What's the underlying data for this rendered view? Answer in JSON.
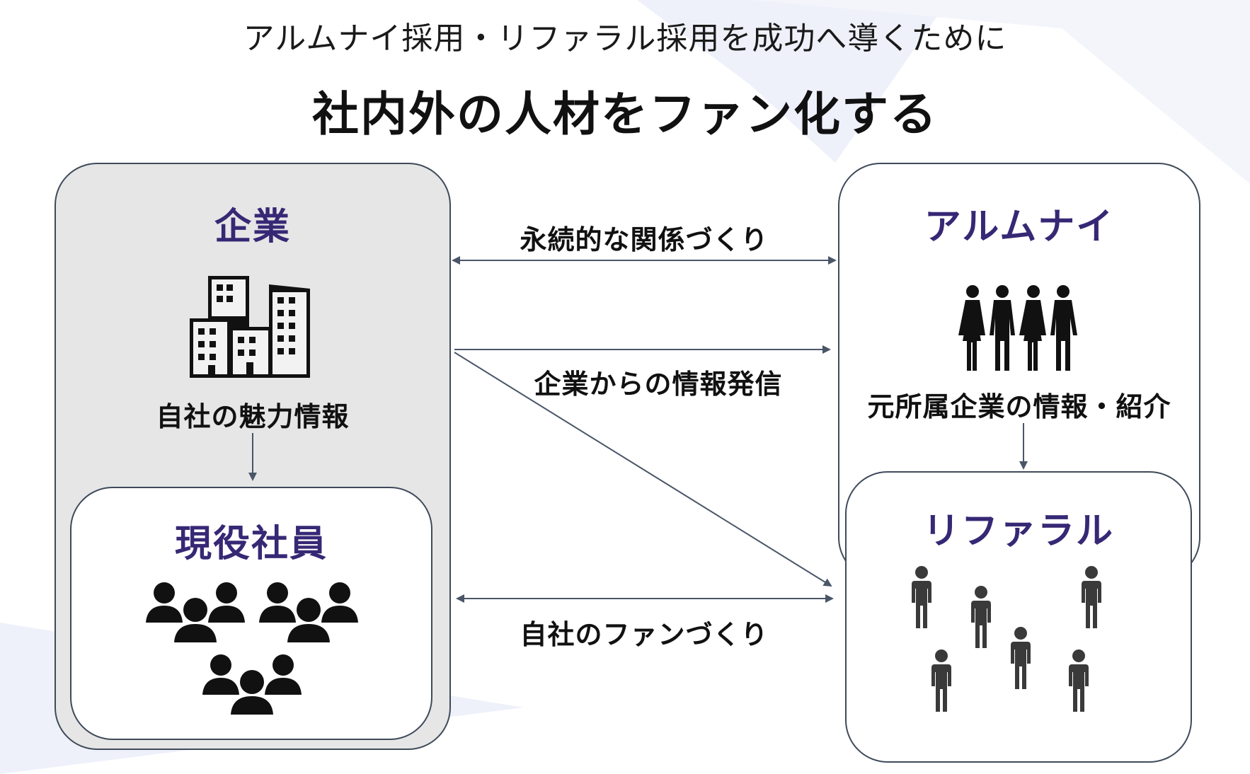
{
  "header": {
    "subtitle": "アルムナイ採用・リファラル採用を成功へ導くために",
    "title": "社内外の人材をファン化する"
  },
  "company": {
    "heading": "企業",
    "icon": "office-buildings-icon",
    "caption": "自社の魅力情報"
  },
  "employees": {
    "heading": "現役社員",
    "icon": "employee-groups-icon"
  },
  "alumni": {
    "heading": "アルムナイ",
    "icon": "alumni-people-icon",
    "caption": "元所属企業の情報・紹介"
  },
  "referral": {
    "heading": "リファラル",
    "icon": "referral-people-icon"
  },
  "edges": {
    "long_term": "永続的な関係づくり",
    "company_info": "企業からの情報発信",
    "fan_building": "自社のファンづくり"
  },
  "colors": {
    "heading": "#372875",
    "box_border": "#3f4a5a",
    "company_fill": "#e6e6e6",
    "arrow": "#4a5668",
    "icon": "#111111"
  }
}
